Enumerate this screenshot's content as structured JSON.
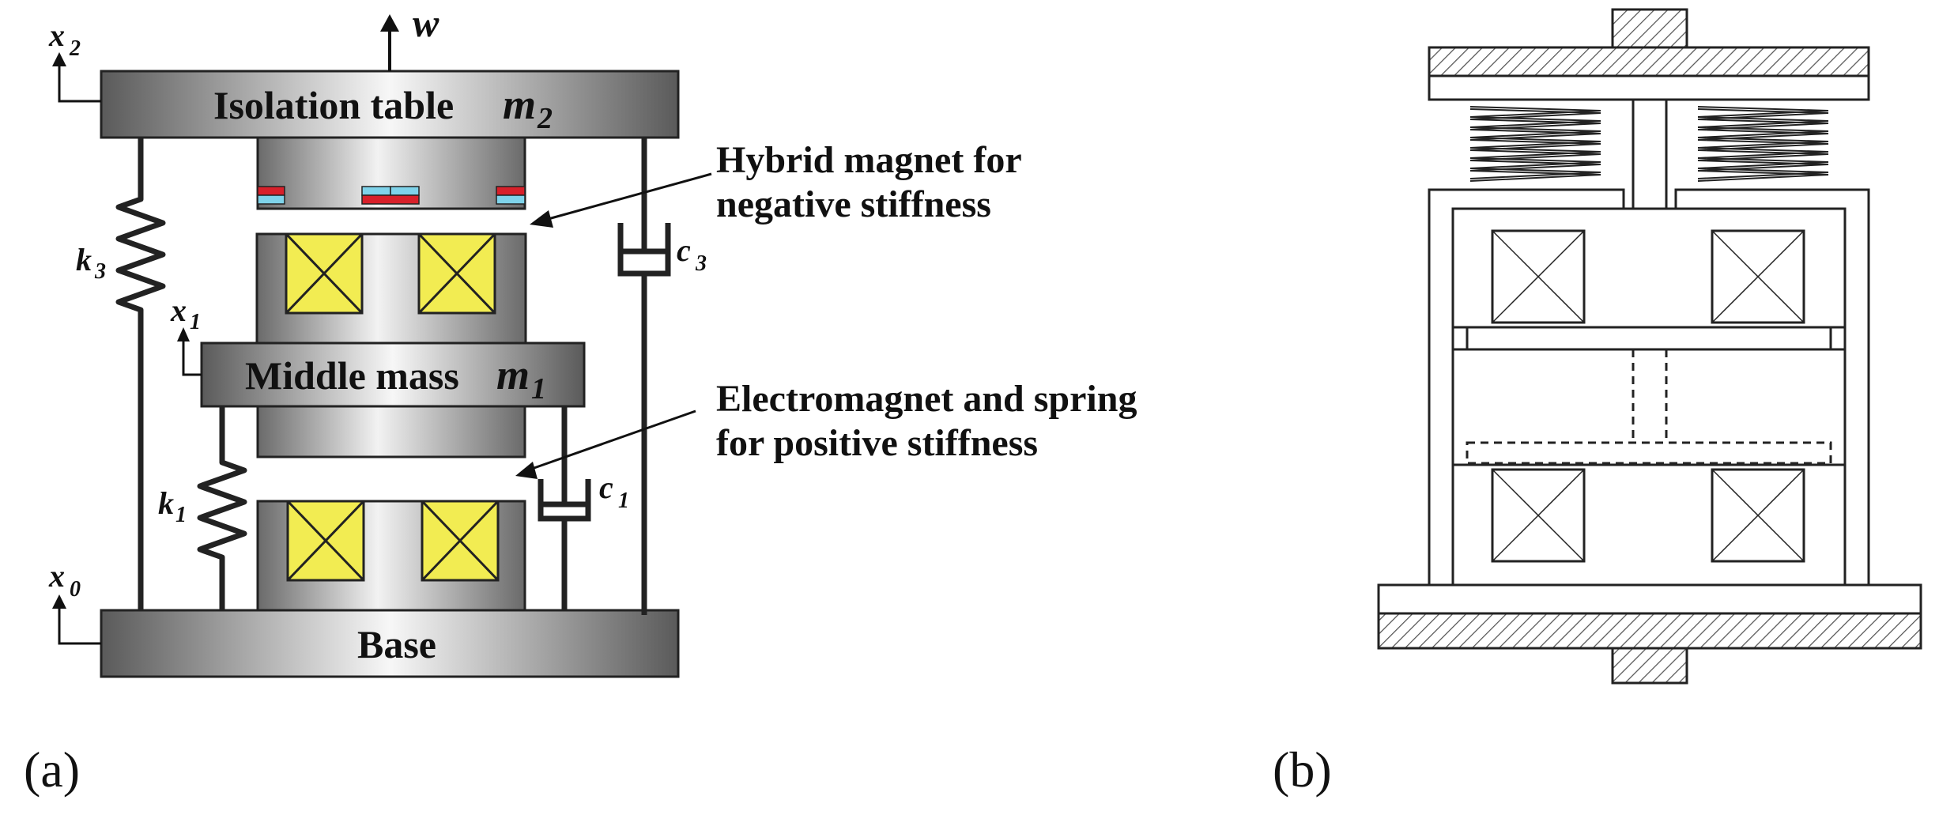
{
  "panel_a": {
    "label": "(a)",
    "table": {
      "name": "Isolation table",
      "mass": "m",
      "mass_sub": "2"
    },
    "middle": {
      "name": "Middle mass",
      "mass": "m",
      "mass_sub": "1"
    },
    "base": {
      "name": "Base"
    },
    "disturbance": "w",
    "x2": {
      "sym": "x",
      "sub": "2"
    },
    "x1": {
      "sym": "x",
      "sub": "1"
    },
    "x0": {
      "sym": "x",
      "sub": "0"
    },
    "k3": {
      "sym": "k",
      "sub": "3"
    },
    "k1": {
      "sym": "k",
      "sub": "1"
    },
    "c3": {
      "sym": "c",
      "sub": "3"
    },
    "c1": {
      "sym": "c",
      "sub": "1"
    },
    "annotation_negative": {
      "line1": "Hybrid magnet for",
      "line2": "negative stiffness"
    },
    "annotation_positive": {
      "line1": "Electromagnet and spring",
      "line2": "for positive stiffness"
    },
    "colors": {
      "coil": "#f2ec52",
      "magnet_red": "#d8202a",
      "magnet_cyan": "#7fd3ea",
      "metal_dark": "#555555",
      "metal_light": "#f5f5f5"
    }
  },
  "panel_b": {
    "label": "(b)"
  }
}
